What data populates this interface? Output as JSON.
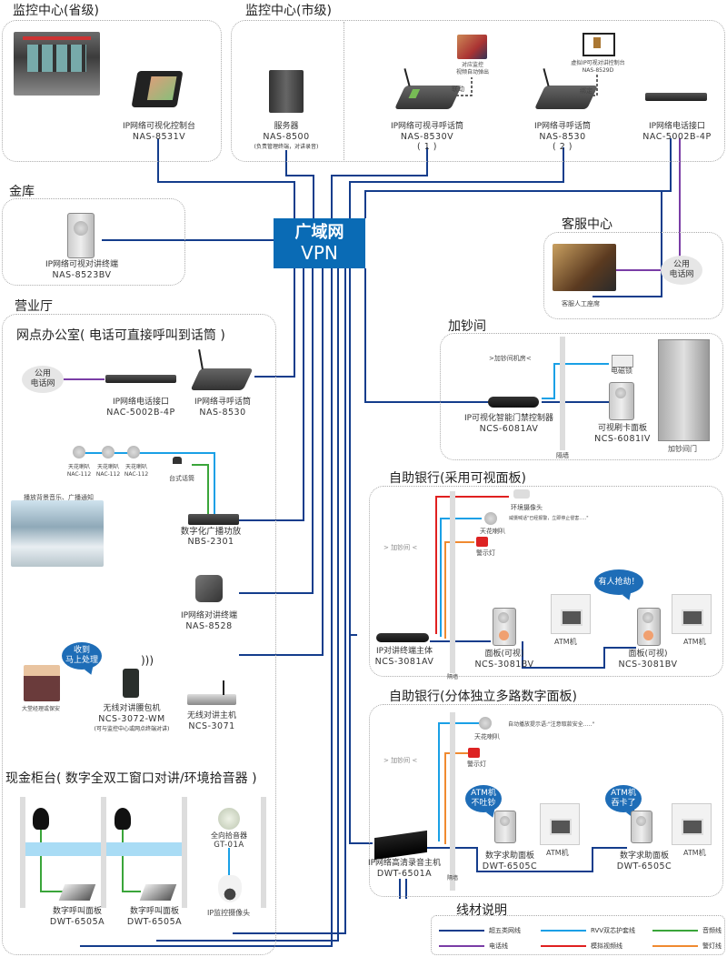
{
  "colors": {
    "network": "#143d8c",
    "rvv": "#1aa0e6",
    "audio": "#3aa53a",
    "phone": "#7a3da6",
    "video": "#e02020",
    "alarm": "#f08a30",
    "vpn_bg": "#0a6bb5"
  },
  "vpn": {
    "line1": "广域网",
    "line2": "VPN"
  },
  "sections": {
    "province": {
      "title": "监控中心(省级)",
      "device": {
        "name": "IP网络可视化控制台",
        "model": "NAS-8531V"
      }
    },
    "city": {
      "title": "监控中心(市级)",
      "server": {
        "name": "服务器",
        "model": "NAS-8500",
        "note": "(负责管理终端，对讲录音)"
      },
      "caller1": {
        "name": "IP网络可视寻呼话筒",
        "model": "NAS-8530V",
        "index": "( 1 )"
      },
      "caller1_link": "联动",
      "caller1_video_note": [
        "对应监控",
        "视频自动弹出"
      ],
      "caller2": {
        "name": "IP网络寻呼话筒",
        "model": "NAS-8530",
        "index": "( 2 )"
      },
      "caller2_link": "绑定",
      "virtual_console": {
        "name": "虚拟IP可视对讲控制台",
        "model": "NAS-8529D"
      },
      "phone_interface": {
        "name": "IP网络电话接口",
        "model": "NAC-5002B-4P"
      }
    },
    "vault": {
      "title": "金库",
      "device": {
        "name": "IP网络可视对讲终端",
        "model": "NAS-8523BV"
      }
    },
    "service_center": {
      "title": "客服中心",
      "photo_caption": "客服人工座席",
      "cloud": [
        "公用",
        "电话网"
      ]
    },
    "hall": {
      "title": "营业厅",
      "office_title": "网点办公室( 电话可直接呼叫到话筒 )",
      "cloud": [
        "公用",
        "电话网"
      ],
      "phone_interface": {
        "name": "IP网络电话接口",
        "model": "NAC-5002B-4P"
      },
      "caller": {
        "name": "IP网络寻呼话筒",
        "model": "NAS-8530"
      },
      "speakers": [
        {
          "name": "天花喇叭",
          "model": "NAC-112"
        },
        {
          "name": "天花喇叭",
          "model": "NAC-112"
        },
        {
          "name": "天花喇叭",
          "model": "NAC-112"
        }
      ],
      "desk_mic": "台式话筒",
      "bg_music_caption": "播放背景音乐、广播通知",
      "amplifier": {
        "name": "数字化广播功放",
        "model": "NBS-2301"
      },
      "intercom_terminal": {
        "name": "IP网络对讲终端",
        "model": "NAS-8528"
      },
      "guard_bubble": [
        "收到",
        "马上处理"
      ],
      "guard_caption": "大堂经理或保安",
      "wireless_handset": {
        "name": "无线对讲腰包机",
        "model": "NCS-3072-WM",
        "note": "(可与监控中心或网点终端对讲)"
      },
      "wireless_host": {
        "name": "无线对讲主机",
        "model": "NCS-3071"
      }
    },
    "counter": {
      "title": "现金柜台( 数字全双工窗口对讲/环境拾音器 )",
      "panels": [
        {
          "name": "数字呼叫面板",
          "model": "DWT-6505A"
        },
        {
          "name": "数字呼叫面板",
          "model": "DWT-6505A"
        }
      ],
      "pickup": {
        "name": "全向拾音器",
        "model": "GT-01A"
      },
      "camera": "IP监控摄像头"
    },
    "cash_room": {
      "title": "加钞间",
      "machine_room": ">加钞间机房<",
      "controller": {
        "name": "IP可视化智能门禁控制器",
        "model": "NCS-6081AV"
      },
      "lock": "电磁锁",
      "card_panel": {
        "name": "可视刷卡面板",
        "model": "NCS-6081IV"
      },
      "door": "加钞间门",
      "wall": "隔墙"
    },
    "selfbank1": {
      "title": "自助银行(采用可视面板)",
      "cash_room": "> 加钞间 <",
      "camera": "环境摄像头",
      "camera_note": "威慑喊话\"已经报警，立即停止侵害.....\"",
      "speaker": "天花喇叭",
      "alarm": "警示灯",
      "host": {
        "name": "IP对讲终端主体",
        "model": "NCS-3081AV"
      },
      "panels": [
        {
          "name": "面板(可视)",
          "model": "NCS-3081BV"
        },
        {
          "name": "面板(可视)",
          "model": "NCS-3081BV"
        }
      ],
      "atm": [
        "ATM机",
        "ATM机"
      ],
      "bubble": "有人抢劫！",
      "wall": "隔墙"
    },
    "selfbank2": {
      "title": "自助银行(分体独立多路数字面板)",
      "cash_room": "> 加钞间 <",
      "speaker": "天花喇叭",
      "speaker_note": "自动播放提示语:\"注意取款安全.....\"",
      "alarm": "警示灯",
      "host": {
        "name": "IP网络高清录音主机",
        "model": "DWT-6501A"
      },
      "panels": [
        {
          "name": "数字求助面板",
          "model": "DWT-6505C"
        },
        {
          "name": "数字求助面板",
          "model": "DWT-6505C"
        }
      ],
      "atm": [
        "ATM机",
        "ATM机"
      ],
      "bubbles": [
        [
          "ATM机",
          "不吐钞"
        ],
        [
          "ATM机",
          "吞卡了"
        ]
      ],
      "wall": "隔墙"
    }
  },
  "legend": {
    "title": "线材说明",
    "items": [
      {
        "label": "超五类网线",
        "color": "#143d8c"
      },
      {
        "label": "RVV双芯护套线",
        "color": "#1aa0e6"
      },
      {
        "label": "音频线",
        "color": "#3aa53a"
      },
      {
        "label": "电话线",
        "color": "#7a3da6"
      },
      {
        "label": "模拟视频线",
        "color": "#e02020"
      },
      {
        "label": "警灯线",
        "color": "#f08a30"
      }
    ]
  }
}
